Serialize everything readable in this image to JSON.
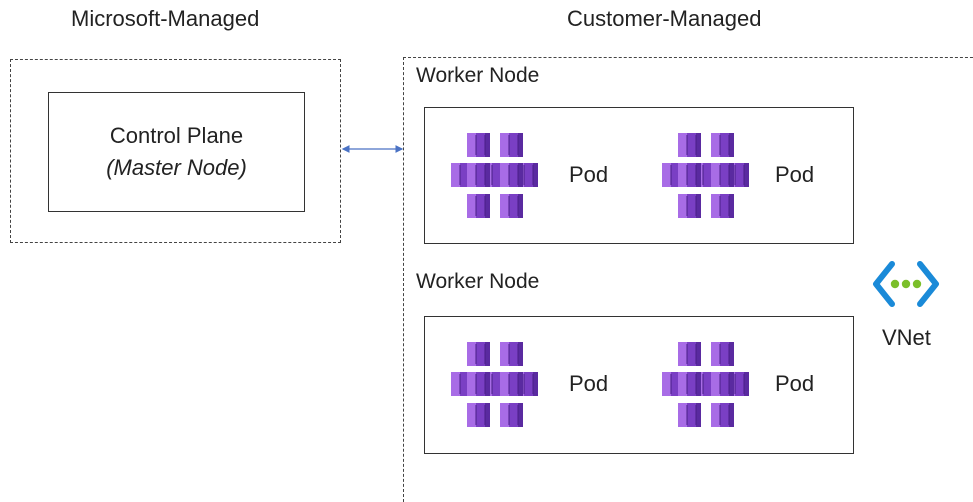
{
  "regions": {
    "microsoft": {
      "label": "Microsoft-Managed"
    },
    "customer": {
      "label": "Customer-Managed"
    }
  },
  "control_plane": {
    "title": "Control Plane",
    "subtitle": "(Master Node)"
  },
  "worker_nodes": [
    {
      "label": "Worker Node",
      "pods": [
        {
          "label": "Pod"
        },
        {
          "label": "Pod"
        }
      ]
    },
    {
      "label": "Worker Node",
      "pods": [
        {
          "label": "Pod"
        },
        {
          "label": "Pod"
        }
      ]
    }
  ],
  "vnet": {
    "label": "VNet",
    "icon": "vnet-icon"
  },
  "colors": {
    "pod_purple": "#7a3fc4",
    "pod_dark": "#5a2aa0",
    "pod_light": "#a86ce6",
    "vnet_blue": "#1a8ad8",
    "vnet_green": "#7bbf2a",
    "arrow": "#4a72c4"
  }
}
